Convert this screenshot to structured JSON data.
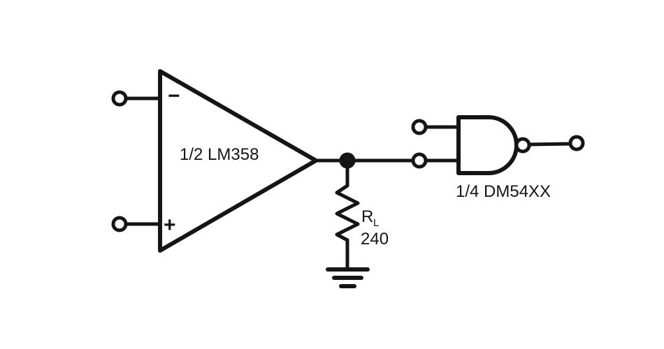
{
  "diagram": {
    "colors": {
      "ink": "#151515",
      "background": "#ffffff"
    },
    "opamp": {
      "label": "1/2 LM358",
      "inverting_sign": "−",
      "noninverting_sign": "+"
    },
    "gate": {
      "label": "1/4 DM54XX"
    },
    "resistor": {
      "name": "R",
      "name_subscript": "L",
      "value": "240"
    }
  }
}
